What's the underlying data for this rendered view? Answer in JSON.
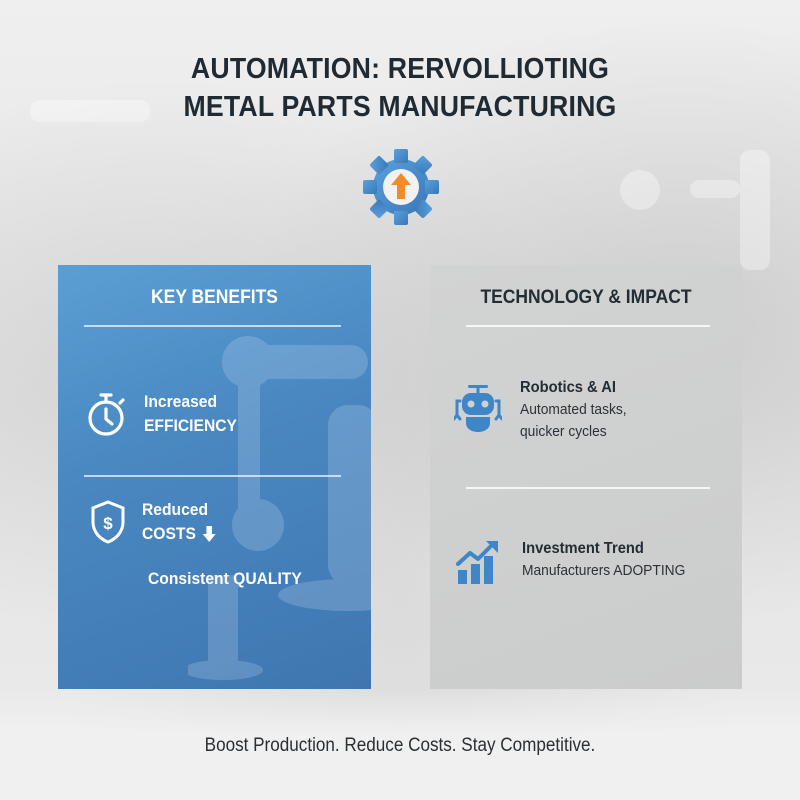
{
  "header": {
    "title_line1": "AUTOMATION: RERVOLLIOTING",
    "title_line2": "METAL PARTS MANUFACTURING",
    "icon": "gear-with-up-arrow-icon"
  },
  "colors": {
    "accent_blue": "#4a88c2",
    "accent_orange": "#f28c28",
    "gray_panel": "#cdcece",
    "title_text": "#1f2a33"
  },
  "key_benefits": {
    "heading": "KEY BENEFITS",
    "items": [
      {
        "icon": "stopwatch-icon",
        "line1": "Increased",
        "line2": "EFFICIENCY"
      },
      {
        "icon": "shield-dollar-icon",
        "line1": "Reduced",
        "line2": "COSTS",
        "trend_icon": "down-arrow-icon"
      },
      {
        "line1": "Consistent QUALITY"
      }
    ]
  },
  "technology_impact": {
    "heading": "TECHNOLOGY & IMPACT",
    "items": [
      {
        "icon": "robot-icon",
        "title": "Robotics & AI",
        "line1": "Automated tasks,",
        "line2": "quicker cycles"
      },
      {
        "icon": "growth-chart-icon",
        "title": "Investment Trend",
        "line1": "Manufacturers ADOPTING"
      }
    ]
  },
  "footer": {
    "tagline": "Boost Production. Reduce Costs. Stay Competitive."
  }
}
